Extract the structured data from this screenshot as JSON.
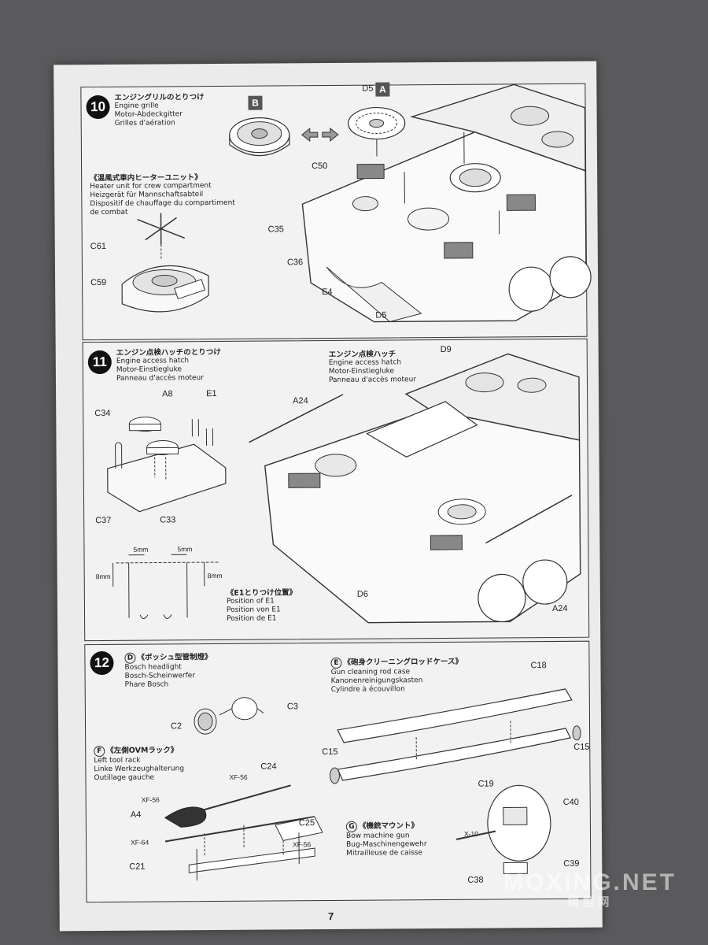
{
  "page_number": "7",
  "watermark": {
    "main": "MOXING.NET",
    "sub": "模型网"
  },
  "step10": {
    "number": "10",
    "title": {
      "jp": "エンジングリルのとりつけ",
      "en": "Engine grille",
      "de": "Motor-Abdeckgitter",
      "fr": "Grilles d'aération"
    },
    "heater": {
      "jp": "《温風式車内ヒーターユニット》",
      "en": "Heater unit for crew compartment",
      "de": "Heizgerät für Mannschaftsabteil",
      "fr1": "Dispositif de chauffage du compartiment",
      "fr2": "de combat"
    },
    "box_b": "B",
    "box_a": "A",
    "parts": {
      "d5_top": "D5",
      "c50": "C50",
      "c35": "C35",
      "c36": "C36",
      "e4": "E4",
      "d5_bottom": "D5",
      "c61": "C61",
      "c59": "C59"
    }
  },
  "step11": {
    "number": "11",
    "title": {
      "jp": "エンジン点検ハッチのとりつけ",
      "en": "Engine access hatch",
      "de": "Motor-Einstiegluke",
      "fr": "Panneau d'accès moteur"
    },
    "hatch_callout": {
      "jp": "エンジン点検ハッチ",
      "en": "Engine access hatch",
      "de": "Motor-Einstiegluke",
      "fr": "Panneau d'accès moteur"
    },
    "e1_position": {
      "jp": "《E1とりつけ位置》",
      "en": "Position of E1",
      "de": "Position von E1",
      "fr": "Position de E1"
    },
    "dims": {
      "w1": "5mm",
      "w2": "5mm",
      "h1": "8mm",
      "h2": "8mm"
    },
    "parts": {
      "a8": "A8",
      "e1": "E1",
      "c34": "C34",
      "c37": "C37",
      "c33": "C33",
      "a24_top": "A24",
      "d9": "D9",
      "d6": "D6",
      "a24_bottom": "A24"
    }
  },
  "step12": {
    "number": "12",
    "headlight": {
      "letter": "D",
      "jp": "《ボッシュ型管制燈》",
      "en": "Bosch headlight",
      "de": "Bosch-Scheinwerfer",
      "fr": "Phare Bosch"
    },
    "cleaning_rod": {
      "letter": "E",
      "jp": "《砲身クリーニングロッドケース》",
      "en": "Gun cleaning rod case",
      "de": "Kanonenreinigungskasten",
      "fr": "Cylindre à écouvillon"
    },
    "tool_rack": {
      "letter": "F",
      "jp": "《左側OVMラック》",
      "en": "Left tool rack",
      "de": "Linke Werkzeughalterung",
      "fr": "Outillage gauche"
    },
    "mg_mount": {
      "letter": "G",
      "jp": "《機銃マウント》",
      "en": "Bow machine gun",
      "de": "Bug-Maschinengewehr",
      "fr": "Mitrailleuse de caisse"
    },
    "parts": {
      "c3": "C3",
      "c2": "C2",
      "c18": "C18",
      "c15_left": "C15",
      "c15_right": "C15",
      "c19": "C19",
      "c24": "C24",
      "xf56_a": "XF-56",
      "xf56_b": "XF-56",
      "xf56_c": "XF-56",
      "a4": "A4",
      "c25": "C25",
      "xf64": "XF-64",
      "c21": "C21",
      "x10": "X-10",
      "c38": "C38",
      "c40": "C40",
      "c39": "C39"
    }
  }
}
